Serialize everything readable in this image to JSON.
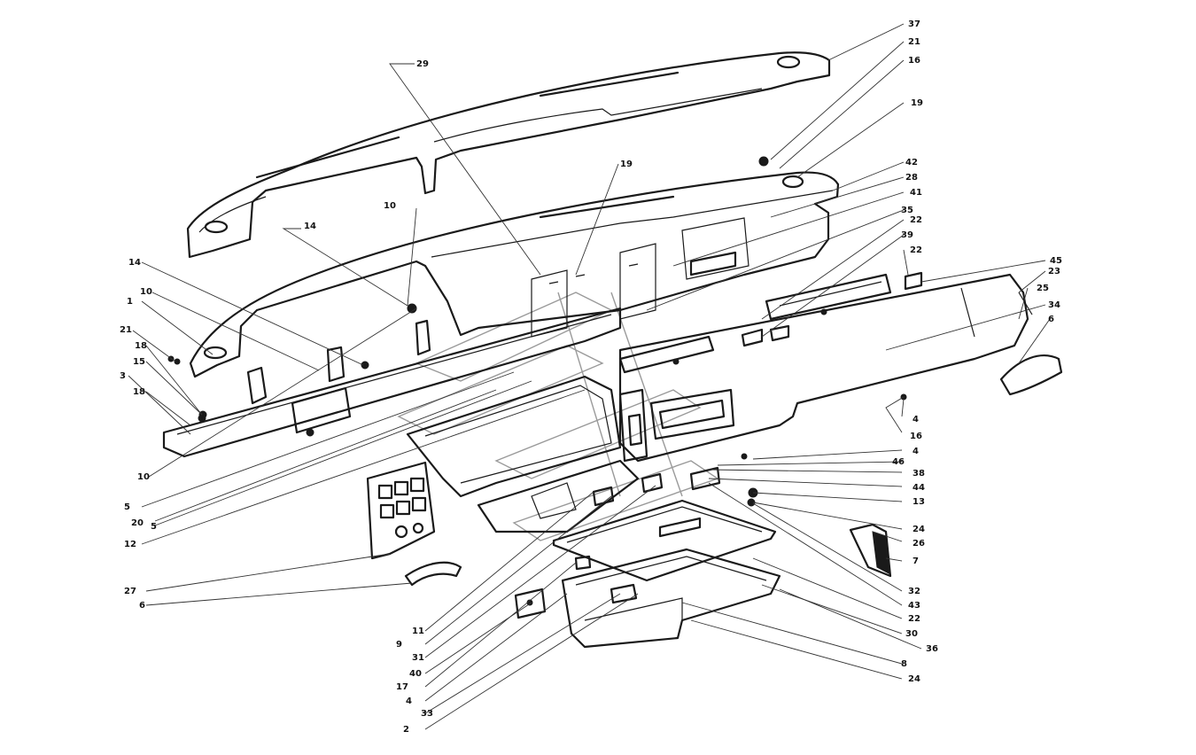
{
  "callouts": [
    {
      "id": "c37",
      "text": "37"
    },
    {
      "id": "c21a",
      "text": "21"
    },
    {
      "id": "c16a",
      "text": "16"
    },
    {
      "id": "c19a",
      "text": "19"
    },
    {
      "id": "c29",
      "text": "29"
    },
    {
      "id": "c19b",
      "text": "19"
    },
    {
      "id": "c42",
      "text": "42"
    },
    {
      "id": "c28",
      "text": "28"
    },
    {
      "id": "c41",
      "text": "41"
    },
    {
      "id": "c35",
      "text": "35"
    },
    {
      "id": "c22a",
      "text": "22"
    },
    {
      "id": "c39",
      "text": "39"
    },
    {
      "id": "c22b",
      "text": "22"
    },
    {
      "id": "c45",
      "text": "45"
    },
    {
      "id": "c23",
      "text": "23"
    },
    {
      "id": "c25",
      "text": "25"
    },
    {
      "id": "c34",
      "text": "34"
    },
    {
      "id": "c6a",
      "text": "6"
    },
    {
      "id": "c10a",
      "text": "10"
    },
    {
      "id": "c14a",
      "text": "14"
    },
    {
      "id": "c14b",
      "text": "14"
    },
    {
      "id": "c1",
      "text": "1"
    },
    {
      "id": "c10b",
      "text": "10"
    },
    {
      "id": "c21b",
      "text": "21"
    },
    {
      "id": "c18a",
      "text": "18"
    },
    {
      "id": "c15",
      "text": "15"
    },
    {
      "id": "c3",
      "text": "3"
    },
    {
      "id": "c18b",
      "text": "18"
    },
    {
      "id": "c10c",
      "text": "10"
    },
    {
      "id": "c5a",
      "text": "5"
    },
    {
      "id": "c20",
      "text": "20"
    },
    {
      "id": "c5b",
      "text": "5"
    },
    {
      "id": "c12",
      "text": "12"
    },
    {
      "id": "c4a",
      "text": "4"
    },
    {
      "id": "c16b",
      "text": "16"
    },
    {
      "id": "c4b",
      "text": "4"
    },
    {
      "id": "c46",
      "text": "46"
    },
    {
      "id": "c38",
      "text": "38"
    },
    {
      "id": "c44",
      "text": "44"
    },
    {
      "id": "c13",
      "text": "13"
    },
    {
      "id": "c24a",
      "text": "24"
    },
    {
      "id": "c26",
      "text": "26"
    },
    {
      "id": "c7",
      "text": "7"
    },
    {
      "id": "c27",
      "text": "27"
    },
    {
      "id": "c6b",
      "text": "6"
    },
    {
      "id": "c32",
      "text": "32"
    },
    {
      "id": "c43",
      "text": "43"
    },
    {
      "id": "c22c",
      "text": "22"
    },
    {
      "id": "c30",
      "text": "30"
    },
    {
      "id": "c36",
      "text": "36"
    },
    {
      "id": "c8",
      "text": "8"
    },
    {
      "id": "c24b",
      "text": "24"
    },
    {
      "id": "c11",
      "text": "11"
    },
    {
      "id": "c9",
      "text": "9"
    },
    {
      "id": "c31",
      "text": "31"
    },
    {
      "id": "c40",
      "text": "40"
    },
    {
      "id": "c17",
      "text": "17"
    },
    {
      "id": "c4c",
      "text": "4"
    },
    {
      "id": "c33",
      "text": "33"
    },
    {
      "id": "c2",
      "text": "2"
    }
  ]
}
